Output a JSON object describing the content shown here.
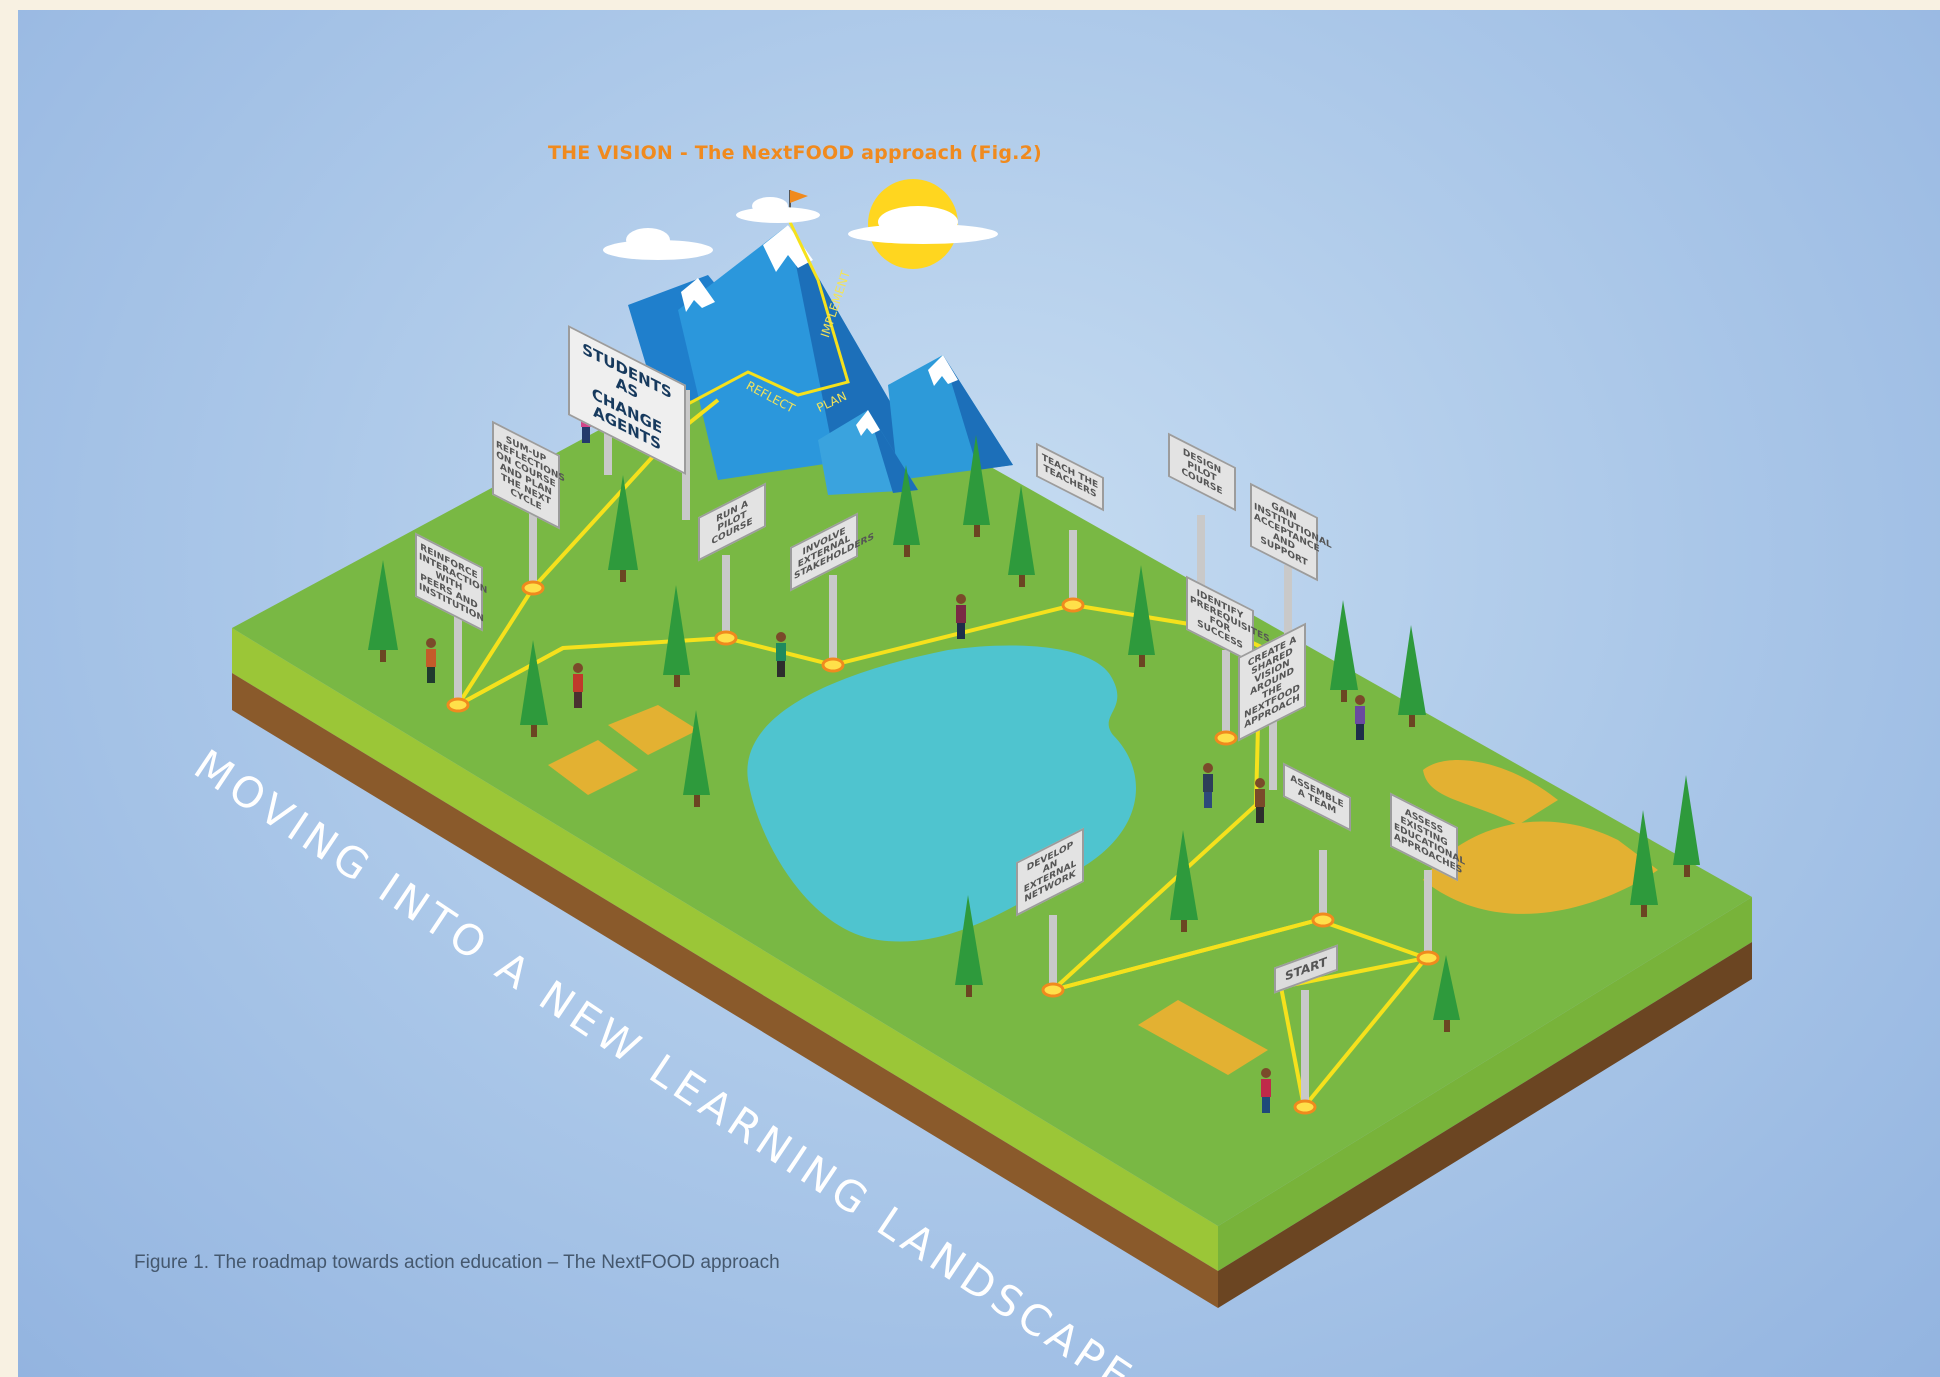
{
  "vision_title": "THE VISION - The NextFOOD approach (Fig.2)",
  "slogan": "MOVING INTO A NEW LEARNING LANDSCAPE",
  "caption": "Figure 1. The roadmap towards action education – The NextFOOD approach",
  "mountain_labels": {
    "reflect": "REFLECT",
    "plan": "PLAN",
    "implement": "IMPLEMENT"
  },
  "big_sign": {
    "line1": "STUDENTS AS",
    "line2": "CHANGE AGENTS"
  },
  "start_sign": "START",
  "signs": {
    "reinforce": "REINFORCE INTERACTION WITH PEERS AND INSTITUTION",
    "sum_up": "SUM-UP REFLECTIONS ON COURSE AND PLAN THE NEXT CYCLE",
    "run_pilot": "RUN A PILOT COURSE",
    "involve": "INVOLVE EXTERNAL STAKEHOLDERS",
    "teach": "TEACH THE TEACHERS",
    "design": "DESIGN PILOT COURSE",
    "gain": "GAIN INSTITUTIONAL ACCEPTANCE AND SUPPORT",
    "identify": "IDENTIFY PREREQUISITES FOR SUCCESS",
    "create": "CREATE A SHARED VISION AROUND THE NEXTFOOD APPROACH",
    "assemble": "ASSEMBLE A TEAM",
    "assess": "ASSESS EXISTING EDUCATIONAL APPROACHES",
    "develop": "DEVELOP AN EXTERNAL NETWORK"
  },
  "colors": {
    "vision_title": "#f08a1e",
    "path": "#f5e11c",
    "grass": "#77b743",
    "grass_edge": "#a9cd3a",
    "soil": "#8a5a2b",
    "lake": "#4fc4cf",
    "mountain": "#2a8fd6",
    "sun": "#ffd61f"
  }
}
